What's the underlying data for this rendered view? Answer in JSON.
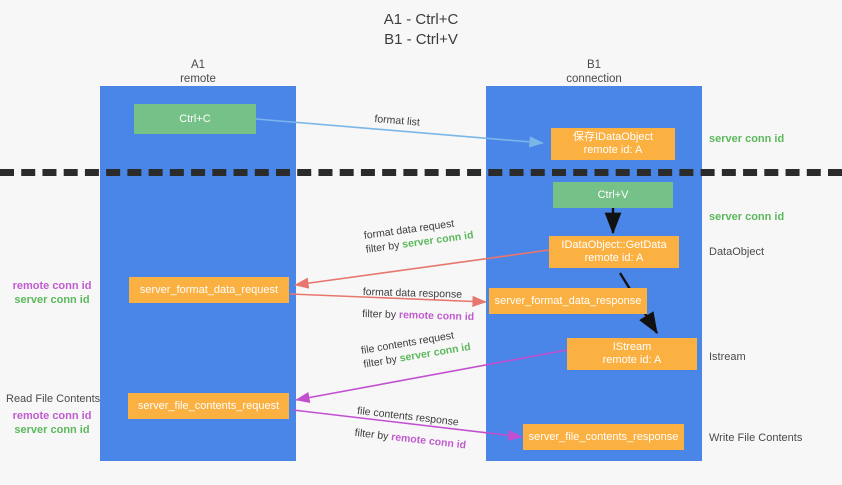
{
  "title": {
    "line1": "A1 - Ctrl+C",
    "line2": "B1 - Ctrl+V"
  },
  "lanes": [
    {
      "name": "A1",
      "sub": "remote"
    },
    {
      "name": "B1",
      "sub": "connection"
    }
  ],
  "boxes": {
    "ctrl_c": "Ctrl+C",
    "ctrl_v": "Ctrl+V",
    "save_idataobject_line1": "保存IDataObject",
    "save_idataobject_line2": "remote id: A",
    "getdata_line1": "IDataObject::GetData",
    "getdata_line2": "remote id: A",
    "istream_line1": "IStream",
    "istream_line2": "remote id: A",
    "server_format_data_request": "server_format_data_request",
    "server_format_data_response": "server_format_data_response",
    "server_file_contents_request": "server_file_contents_request",
    "server_file_contents_response": "server_file_contents_response"
  },
  "right_annotations": {
    "server_conn_id_1": "server conn id",
    "server_conn_id_2": "server conn id",
    "dataobject": "DataObject",
    "istream": "Istream",
    "write_file_contents": "Write File Contents"
  },
  "left_annotations": {
    "format_remote": "remote conn id",
    "format_server": "server conn id",
    "read_file_contents": "Read File Contents",
    "file_remote": "remote conn id",
    "file_server": "server conn id"
  },
  "arrow_labels": {
    "format_list": "format list",
    "format_data_request": "format data request",
    "format_data_request_filter_prefix": "filter by ",
    "format_data_request_filter_value": "server conn id",
    "format_data_response": "format data response",
    "format_data_response_filter_prefix": "filter by ",
    "format_data_response_filter_value": "remote conn id",
    "file_contents_request": "file contents request",
    "file_contents_request_filter_prefix": "filter by ",
    "file_contents_request_filter_value": "server conn id",
    "file_contents_response": "file contents response",
    "file_contents_response_filter_prefix": "filter by ",
    "file_contents_response_filter_value": "remote conn id"
  },
  "colors": {
    "lane": "#4a86e8",
    "green_box": "#76c187",
    "orange_box": "#fbb042",
    "green_text": "#5cb85c",
    "purple_text": "#c15bd0",
    "arrow_blue": "#7ab6e8",
    "arrow_red": "#e8766d",
    "arrow_purple": "#c24fd0",
    "arrow_black": "#111111",
    "background": "#f7f7f7"
  }
}
